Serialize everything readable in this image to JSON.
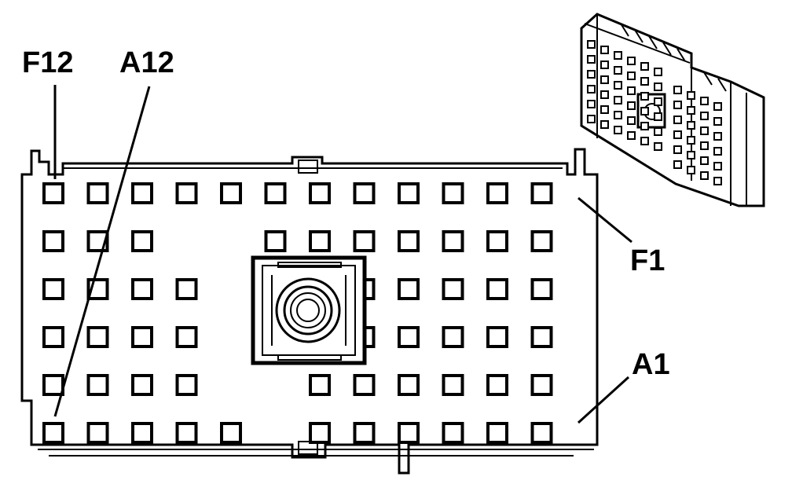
{
  "diagram": {
    "labels": {
      "f12": "F12",
      "a12": "A12",
      "f1": "F1",
      "a1": "A1"
    },
    "grid": {
      "rows": 6,
      "columns": 12,
      "missing_cavities": [
        [
          1,
          3
        ],
        [
          1,
          4
        ],
        [
          2,
          4
        ],
        [
          2,
          5
        ],
        [
          2,
          6
        ],
        [
          3,
          4
        ],
        [
          3,
          5
        ],
        [
          3,
          6
        ],
        [
          4,
          4
        ],
        [
          4,
          5
        ],
        [
          5,
          5
        ]
      ]
    },
    "colors": {
      "ink": "#000000",
      "background": "#ffffff"
    }
  }
}
